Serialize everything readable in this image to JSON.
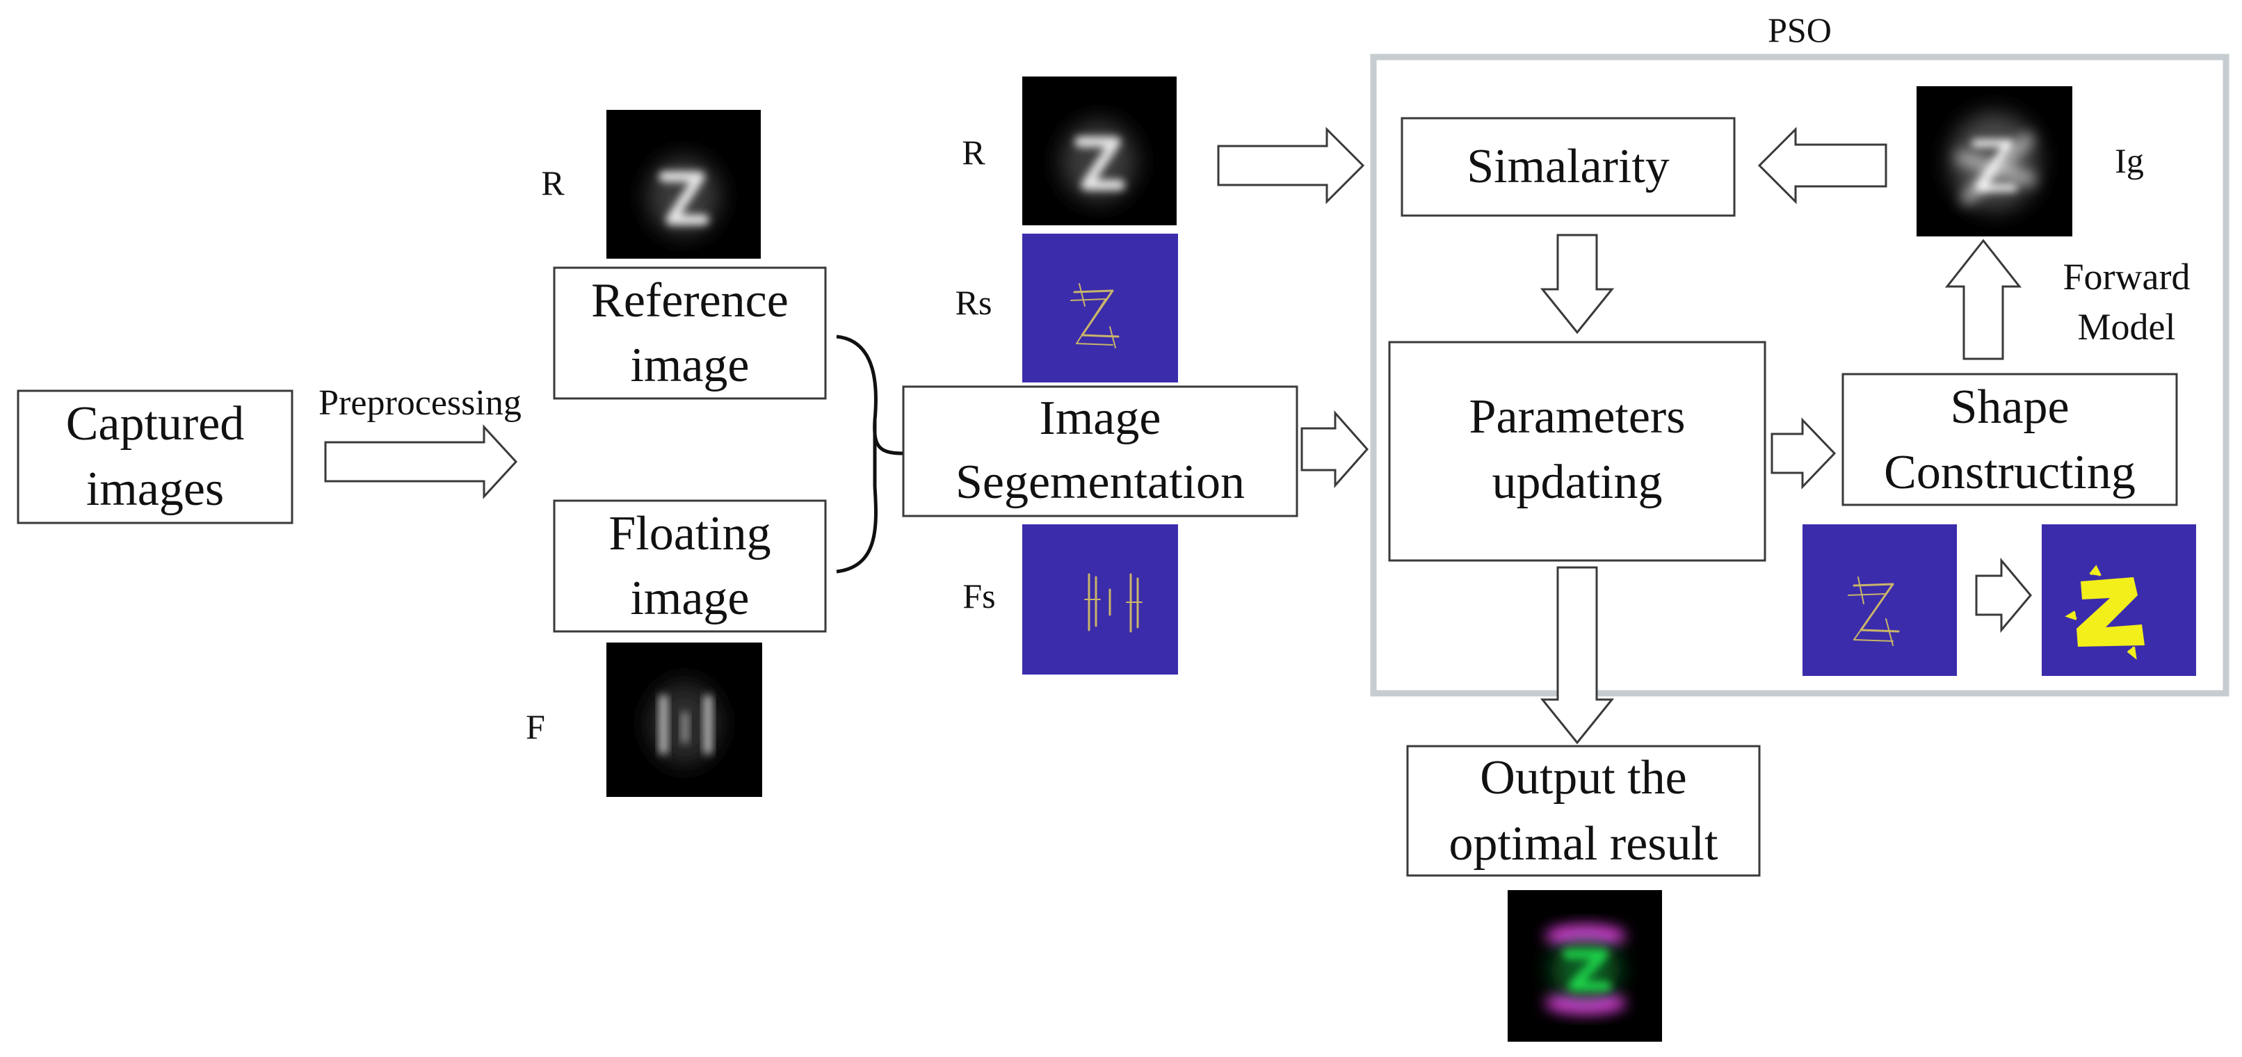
{
  "nodes": {
    "captured": [
      "Captured",
      "images"
    ],
    "reference": [
      "Reference",
      "image"
    ],
    "floating": [
      "Floating",
      "image"
    ],
    "segmentation": [
      "Image",
      "Segementation"
    ],
    "similarity": [
      "Simalarity"
    ],
    "parameters": [
      "Parameters",
      "updating"
    ],
    "shape": [
      "Shape",
      "Constructing"
    ],
    "output": [
      "Output the",
      "optimal result"
    ]
  },
  "edge_labels": {
    "preprocessing": "Preprocessing",
    "forward_model": [
      "Forward",
      "Model"
    ]
  },
  "group_label": "PSO",
  "image_labels": {
    "r_left": "R",
    "f_left": "F",
    "r_mid": "R",
    "rs": "Rs",
    "fs": "Fs",
    "ig": "Ig"
  },
  "colors": {
    "segmented_background": "#3b2cab",
    "segmented_edges": "#c9b46a",
    "constructed_shape": "#f2ef1a",
    "output_green": "#1fd04a",
    "output_magenta": "#e83ce8",
    "group_border": "#c7ccd0"
  }
}
